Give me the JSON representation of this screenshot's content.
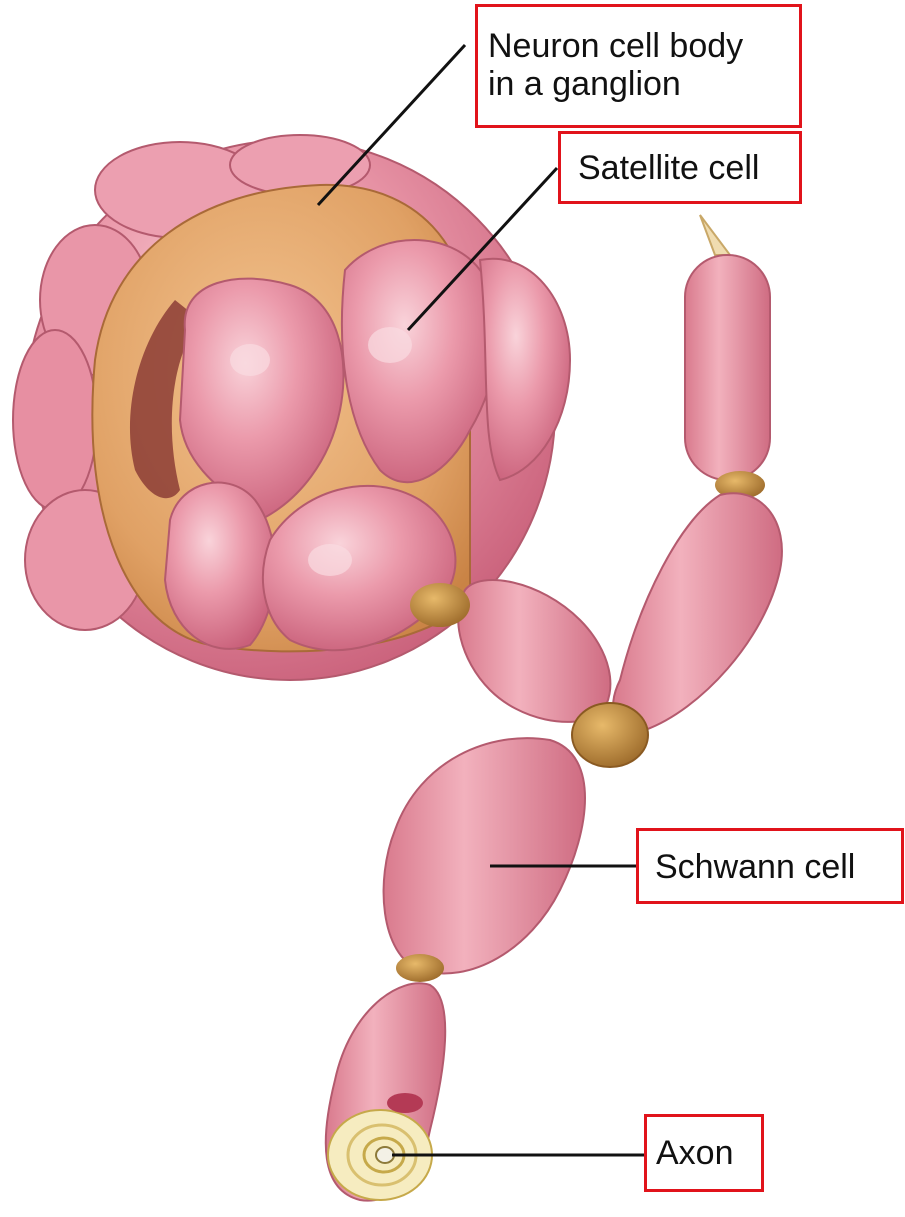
{
  "labels": {
    "neuron_cell_body": {
      "line1": "Neuron cell body",
      "line2": "in a ganglion"
    },
    "satellite_cell": "Satellite cell",
    "schwann_cell": "Schwann cell",
    "axon": "Axon"
  },
  "colors": {
    "label_border": "#e1131b",
    "leader_line": "#111111",
    "cell_pink": "#e48a9a",
    "cell_highlight": "#f7c6cf",
    "neuron_body_tan": "#e3a86a",
    "node_brown": "#b98a3c"
  }
}
